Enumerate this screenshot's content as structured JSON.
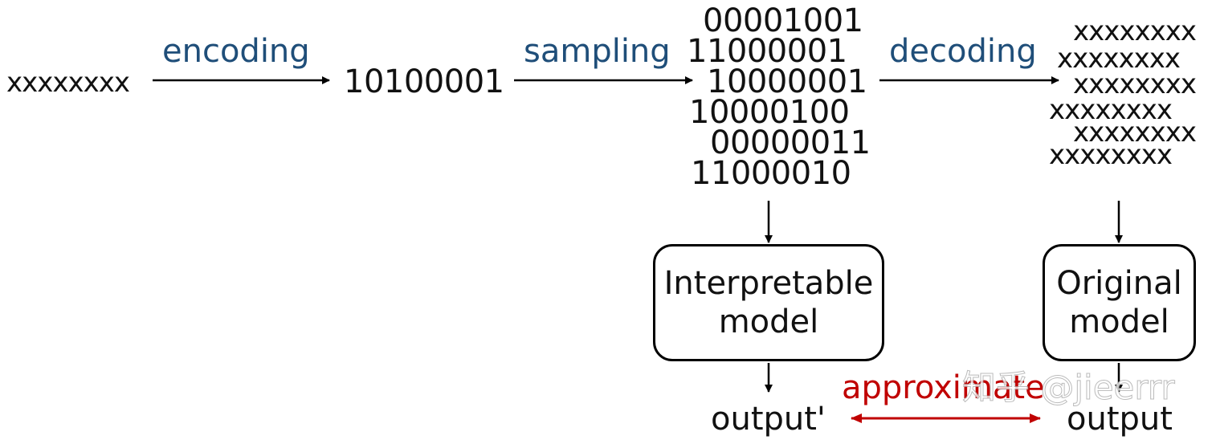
{
  "input_text": "xxxxxxxx",
  "encoding_label": "encoding",
  "encoded_text": "10100001",
  "sampling_label": "sampling",
  "samples": [
    "00001001",
    "11000001",
    "10000001",
    "10000100",
    "00000011",
    "11000010"
  ],
  "decoding_label": "decoding",
  "decoded": [
    "xxxxxxxx",
    "xxxxxxxx",
    "xxxxxxxx",
    "xxxxxxxx",
    "xxxxxxxx",
    "xxxxxxxx"
  ],
  "interpretable_model": {
    "line1": "Interpretable",
    "line2": "model"
  },
  "original_model": {
    "line1": "Original",
    "line2": "model"
  },
  "output_prime": "output'",
  "output": "output",
  "approximate_label": "approximate",
  "watermark": "知乎 @jieerrr",
  "colors": {
    "label_blue": "#1f4e79",
    "approx_red": "#c00000",
    "stroke": "#000000"
  }
}
